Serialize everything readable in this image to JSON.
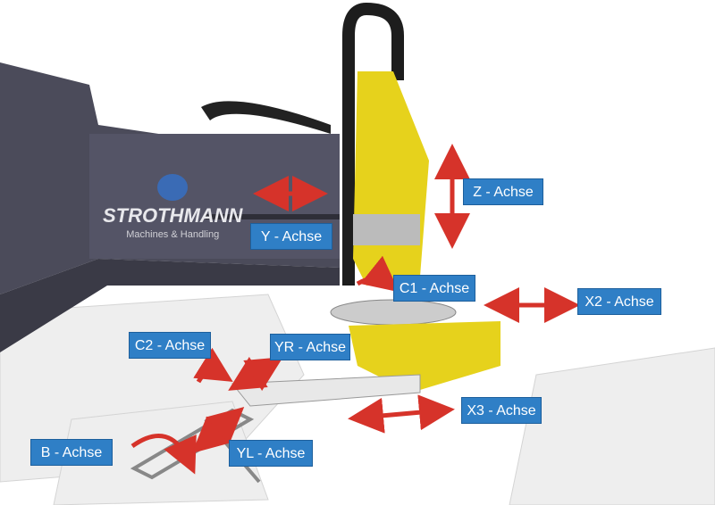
{
  "logo": {
    "brand": "STROTHMANN",
    "tagline": "Machines & Handling"
  },
  "labels": {
    "z": "Z - Achse",
    "y": "Y - Achse",
    "c1": "C1 - Achse",
    "x2": "X2 - Achse",
    "c2": "C2 - Achse",
    "yr": "YR - Achse",
    "x3": "X3 - Achse",
    "b": "B - Achse",
    "yl": "YL - Achse"
  },
  "arm_brand": "STROTHMANN",
  "colors": {
    "label_bg": "#2f7fc6",
    "arrow": "#d6332a",
    "machine_yellow": "#e6d21c",
    "beam": "#4a4a58"
  }
}
